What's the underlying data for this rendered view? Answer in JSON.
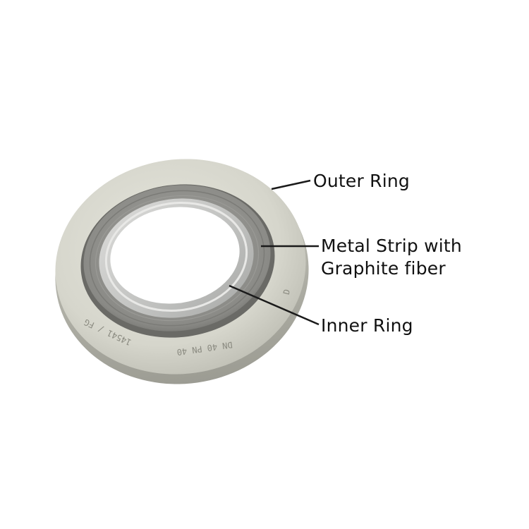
{
  "callouts": {
    "outer_ring": "Outer Ring",
    "metal_strip_line1": "Metal Strip with",
    "metal_strip_line2": "Graphite fiber",
    "inner_ring": "Inner Ring"
  },
  "stamps": {
    "size_rating": "DN 40 PN 40",
    "code": "14541 / FG",
    "letter": "D"
  },
  "colors": {
    "outer_ring": "#d9d9cf",
    "metal_strip": "#8f8f8b",
    "inner_ring": "#c7c8c6",
    "leader_line": "#1a1a1a",
    "label_text": "#111111"
  }
}
